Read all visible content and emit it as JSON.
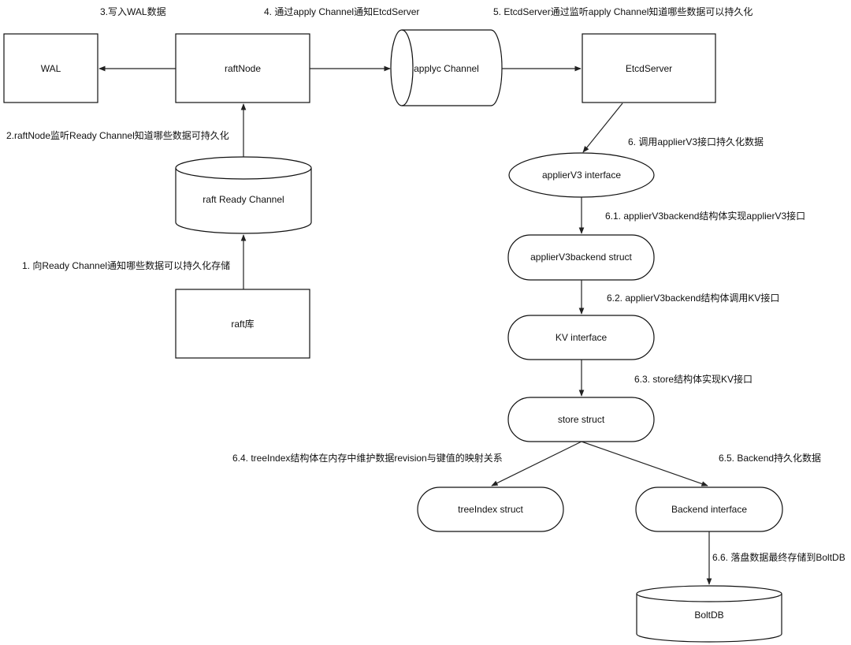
{
  "nodes": {
    "wal": "WAL",
    "raftnode": "raftNode",
    "applyc_channel": "applyc Channel",
    "etcdserver": "EtcdServer",
    "raft_ready_channel": "raft Ready Channel",
    "raft_lib": "raft库",
    "appliervs_interface": "applierV3 interface",
    "appliervs_backend_struct": "applierV3backend struct",
    "kv_interface": "KV interface",
    "store_struct": "store struct",
    "treeindex_struct": "treeIndex struct",
    "backend_interface": "Backend interface",
    "boltdb": "BoltDB"
  },
  "edge_labels": {
    "step1": "1. 向Ready Channel通知哪些数据可以持久化存储",
    "step2": "2.raftNode监听Ready Channel知道哪些数据可持久化",
    "step3": "3.写入WAL数据",
    "step4": "4. 通过apply Channel通知EtcdServer",
    "step5": "5. EtcdServer通过监听apply Channel知道哪些数据可以持久化",
    "step6": "6. 调用applierV3接口持久化数据",
    "step6_1": "6.1. applierV3backend结构体实现applierV3接口",
    "step6_2": "6.2. applierV3backend结构体调用KV接口",
    "step6_3": "6.3. store结构体实现KV接口",
    "step6_4": "6.4. treeIndex结构体在内存中维护数据revision与键值的映射关系",
    "step6_5": "6.5. Backend持久化数据",
    "step6_6": "6.6. 落盘数据最终存储到BoltDB"
  }
}
